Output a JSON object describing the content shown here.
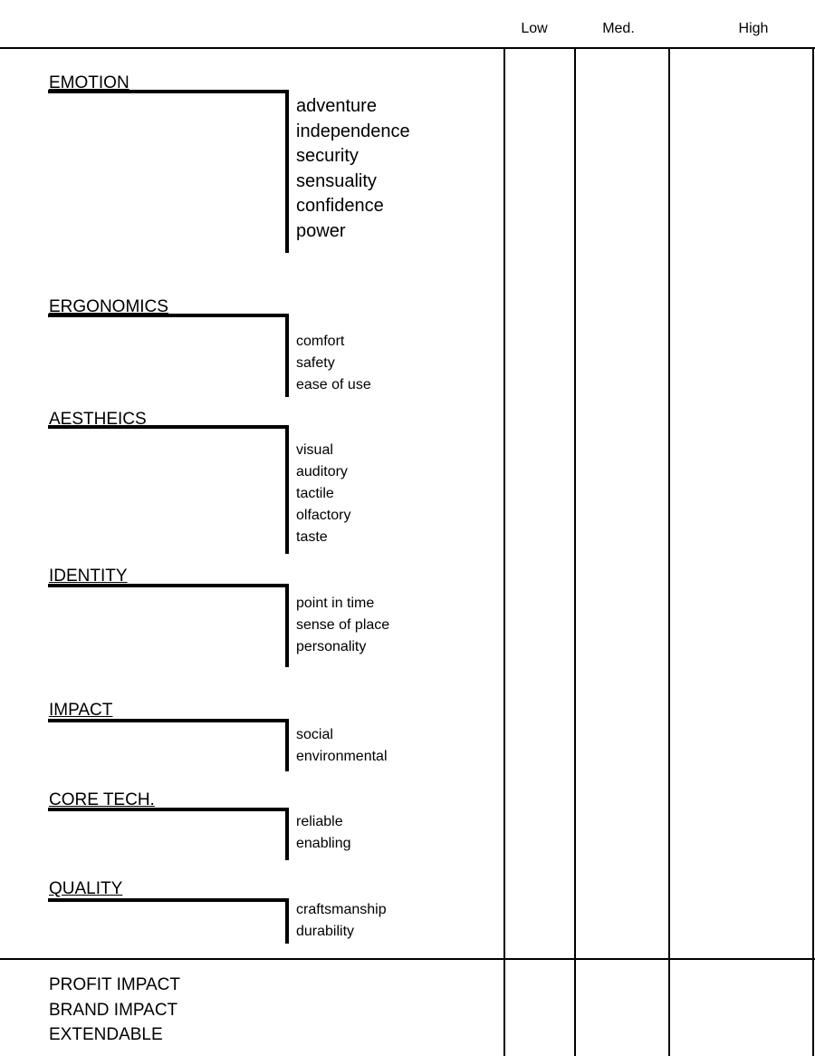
{
  "header": {
    "columns": [
      "Low",
      "Med.",
      "High"
    ]
  },
  "categories": [
    {
      "name": "EMOTION",
      "items": [
        "adventure",
        "independence",
        "security",
        "sensuality",
        "confidence",
        "power"
      ]
    },
    {
      "name": "ERGONOMICS",
      "items": [
        "comfort",
        "safety",
        "ease of use"
      ]
    },
    {
      "name": "AESTHEICS",
      "items": [
        "visual",
        "auditory",
        "tactile",
        "olfactory",
        "taste"
      ]
    },
    {
      "name": "IDENTITY",
      "items": [
        "point in time",
        "sense of place",
        "personality"
      ]
    },
    {
      "name": "IMPACT",
      "items": [
        "social",
        "environmental"
      ]
    },
    {
      "name": "CORE TECH.",
      "items": [
        "reliable",
        "enabling"
      ]
    },
    {
      "name": "QUALITY",
      "items": [
        "craftsmanship",
        "durability"
      ]
    }
  ],
  "summary": [
    "PROFIT IMPACT",
    "BRAND IMPACT",
    "EXTENDABLE"
  ]
}
